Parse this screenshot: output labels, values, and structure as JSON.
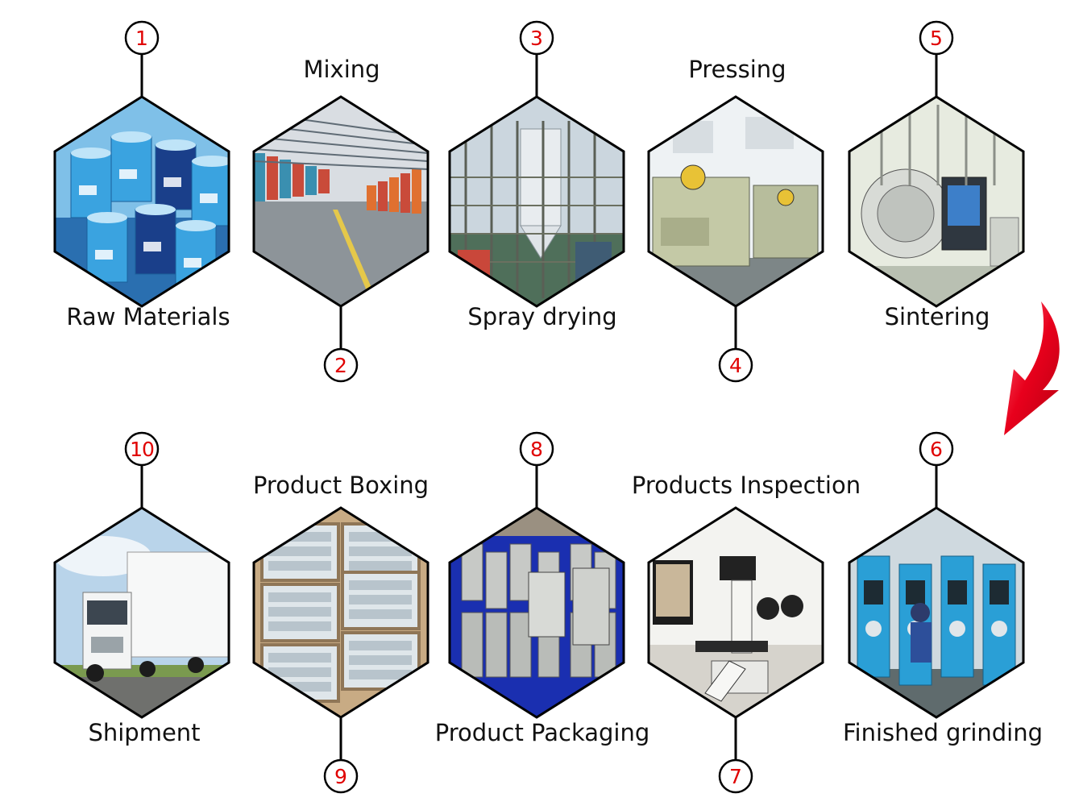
{
  "colors": {
    "outline": "#000000",
    "number": "#e00000",
    "arrow": "#e8001c"
  },
  "steps": [
    {
      "number": "1",
      "label": "Raw Materials",
      "scene": "blue-barrels"
    },
    {
      "number": "2",
      "label": "Mixing",
      "scene": "factory-hall"
    },
    {
      "number": "3",
      "label": "Spray drying",
      "scene": "industrial-plant"
    },
    {
      "number": "4",
      "label": "Pressing",
      "scene": "press-machines"
    },
    {
      "number": "5",
      "label": "Sintering",
      "scene": "sintering-furnace"
    },
    {
      "number": "6",
      "label": "Finished grinding",
      "scene": "grinding-machines"
    },
    {
      "number": "7",
      "label": "Products Inspection",
      "scene": "microscope"
    },
    {
      "number": "8",
      "label": "Product Packaging",
      "scene": "carbide-blocks"
    },
    {
      "number": "9",
      "label": "Product Boxing",
      "scene": "cardboard-boxes"
    },
    {
      "number": "10",
      "label": "Shipment",
      "scene": "truck"
    }
  ]
}
